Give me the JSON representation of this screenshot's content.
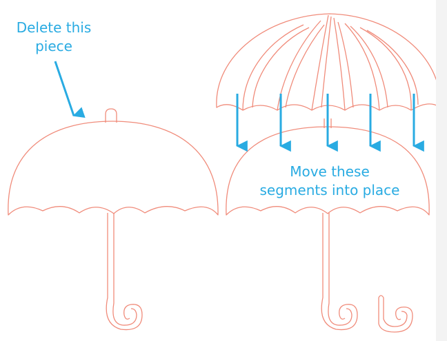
{
  "annotations": {
    "delete_line1": "Delete this",
    "delete_line2": "piece",
    "move_line1": "Move these",
    "move_line2": "segments into place"
  },
  "colors": {
    "outline": "#f08b7a",
    "accent": "#29abe2",
    "side_strip": "#f3f3f3"
  }
}
